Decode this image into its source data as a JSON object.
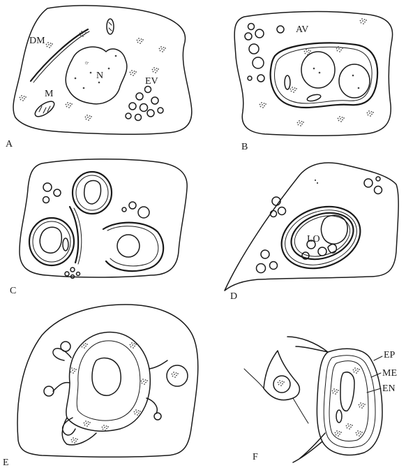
{
  "panels": {
    "a": {
      "letter": "A",
      "labels": {
        "dm": "DM",
        "n": "N",
        "m": "M",
        "ev": "EV"
      }
    },
    "b": {
      "letter": "B",
      "labels": {
        "av": "AV"
      }
    },
    "c": {
      "letter": "C"
    },
    "d": {
      "letter": "D",
      "labels": {
        "lo": "LO"
      }
    },
    "e": {
      "letter": "E"
    },
    "f": {
      "letter": "F",
      "labels": {
        "ep": "EP",
        "me": "ME",
        "en": "EN"
      }
    }
  }
}
